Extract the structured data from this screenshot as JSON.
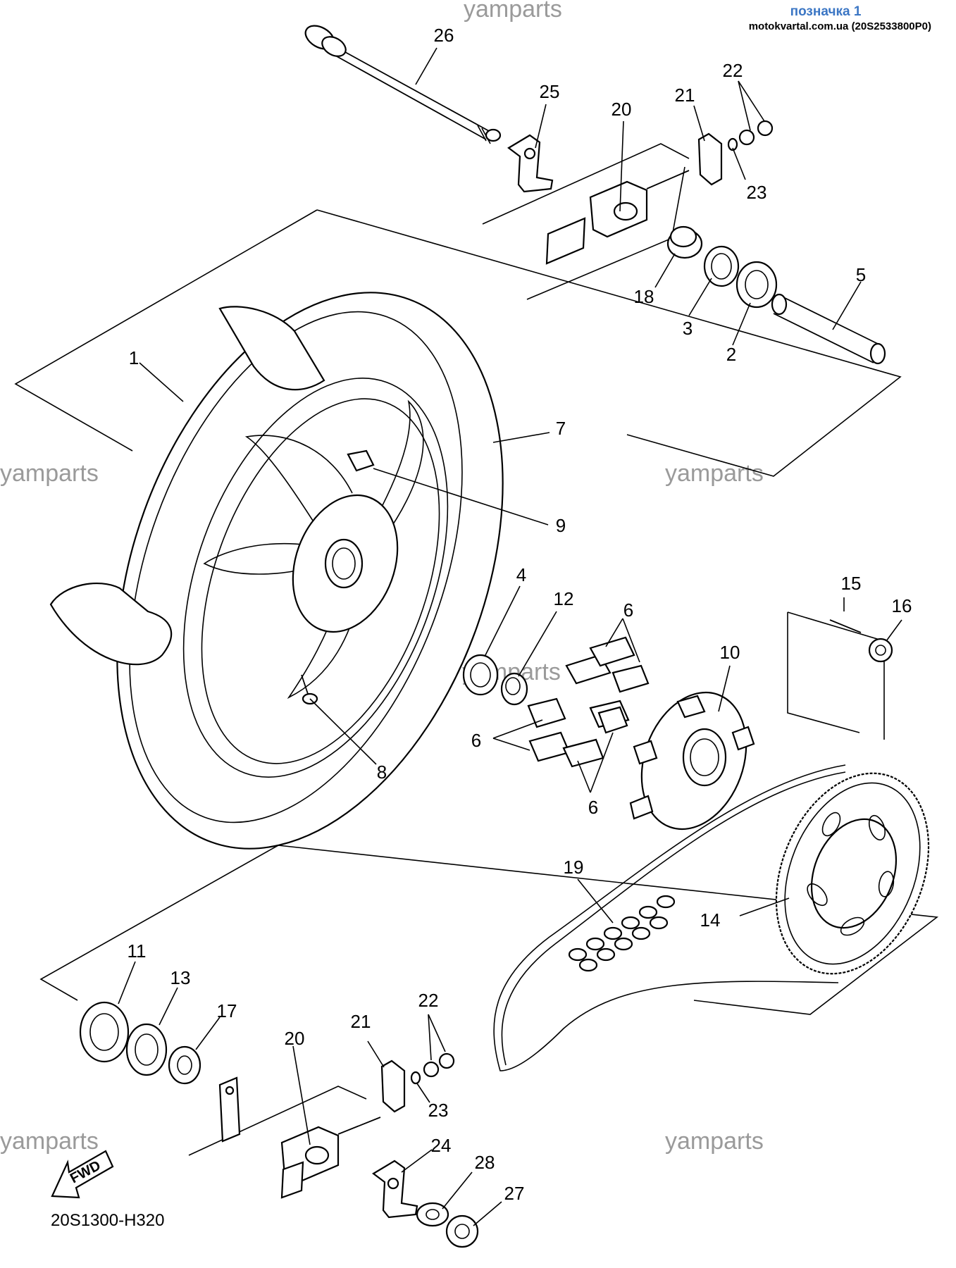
{
  "header": {
    "label": "позначка 1",
    "source": "motokvartal.com.ua (20S2533800P0)"
  },
  "watermarks": [
    "yamparts",
    "yamparts",
    "yamparts",
    "yamparts",
    "yamparts",
    "yamparts"
  ],
  "diagram_code": "20S1300-H320",
  "fwd_label": "FWD",
  "callouts": [
    "26",
    "25",
    "20",
    "21",
    "22",
    "23",
    "18",
    "3",
    "2",
    "5",
    "1",
    "7",
    "9",
    "4",
    "12",
    "6",
    "15",
    "16",
    "10",
    "8",
    "6",
    "6",
    "19",
    "14",
    "11",
    "13",
    "17",
    "20",
    "21",
    "22",
    "23",
    "24",
    "28",
    "27"
  ],
  "colors": {
    "ink": "#000000",
    "watermark": "#9a9a9a",
    "header_accent": "#3b76c4"
  }
}
